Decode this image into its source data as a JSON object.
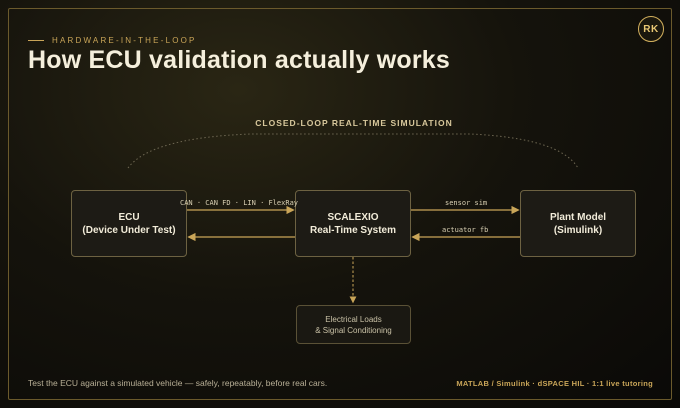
{
  "header": {
    "kicker": "HARDWARE-IN-THE-LOOP",
    "title": "How ECU validation actually works",
    "badge": "RK"
  },
  "diagram": {
    "loop_label": "CLOSED-LOOP REAL-TIME SIMULATION",
    "nodes": {
      "ecu": {
        "line1": "ECU",
        "line2": "(Device Under Test)"
      },
      "scalexio": {
        "line1": "SCALEXIO",
        "line2": "Real-Time System"
      },
      "plant": {
        "line1": "Plant Model",
        "line2": "(Simulink)"
      },
      "loads": {
        "line1": "Electrical Loads",
        "line2": "& Signal Conditioning"
      }
    },
    "edges": {
      "bus": "CAN · CAN FD · LIN · FlexRay",
      "sensor": "sensor sim",
      "actuator": "actuator fb"
    }
  },
  "footer": {
    "tagline": "Test the ECU against a simulated vehicle — safely, repeatably, before real cars.",
    "tools": "MATLAB / Simulink · dSPACE HIL · 1:1 live tutoring"
  },
  "colors": {
    "accent": "#c9a558",
    "node_border": "#6d6242",
    "arrow": "#c9a558",
    "background": "#15130c"
  }
}
